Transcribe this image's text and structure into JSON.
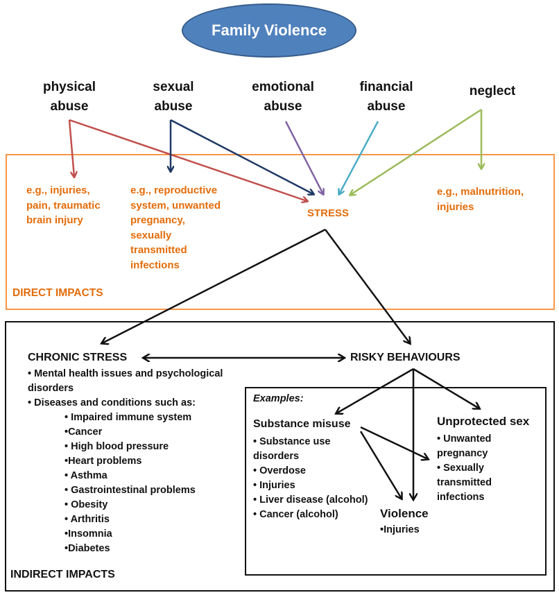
{
  "title": "Family Violence",
  "abuse_types": [
    {
      "line1": "physical",
      "line2": "abuse",
      "color": "#c0504d"
    },
    {
      "line1": "sexual",
      "line2": "abuse",
      "color": "#1f3864"
    },
    {
      "line1": "emotional",
      "line2": "abuse",
      "color": "#8064a2"
    },
    {
      "line1": "financial",
      "line2": "abuse",
      "color": "#4bacc6"
    },
    {
      "line1": "neglect",
      "line2": "",
      "color": "#9bbb59"
    }
  ],
  "direct": {
    "label": "DIRECT IMPACTS",
    "stress": "STRESS",
    "physical_examples": [
      "e.g., injuries,",
      "pain, traumatic",
      "brain injury"
    ],
    "sexual_examples": [
      "e.g., reproductive",
      "system, unwanted",
      "pregnancy,",
      "sexually",
      "transmitted",
      "infections"
    ],
    "neglect_examples": [
      "e.g., malnutrition,",
      "injuries"
    ],
    "color": "#e36c0a",
    "border_color": "#f79646"
  },
  "indirect": {
    "label": "INDIRECT IMPACTS",
    "chronic_stress": {
      "heading": "CHRONIC STRESS",
      "items": [
        "• Mental health issues and psychological",
        "disorders",
        "• Diseases and conditions such as:"
      ],
      "conditions": [
        "• Impaired immune system",
        "•Cancer",
        "• High blood pressure",
        "•Heart problems",
        "• Asthma",
        "• Gastrointestinal problems",
        "• Obesity",
        "• Arthritis",
        "•Insomnia",
        "•Diabetes"
      ]
    },
    "risky_behaviours": {
      "heading": "RISKY BEHAVIOURS",
      "examples_label": "Examples:",
      "substance": {
        "heading": "Substance misuse",
        "items": [
          "• Substance use",
          "disorders",
          "• Overdose",
          "• Injuries",
          "• Liver disease (alcohol)",
          "• Cancer (alcohol)"
        ]
      },
      "violence": {
        "heading": "Violence",
        "items": [
          "•Injuries"
        ]
      },
      "unprotected": {
        "heading": "Unprotected sex",
        "items": [
          "• Unwanted",
          "pregnancy",
          "• Sexually",
          "transmitted",
          "infections"
        ]
      }
    }
  }
}
